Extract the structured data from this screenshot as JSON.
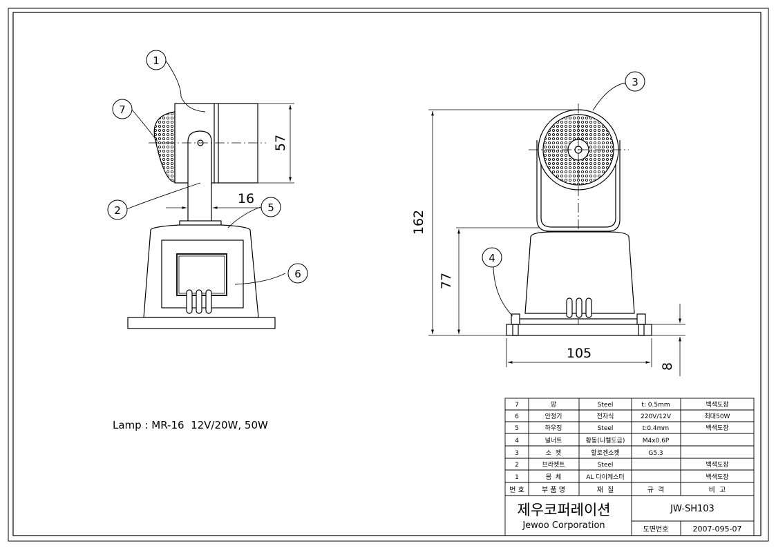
{
  "drawing": {
    "dims": {
      "side_height": "57",
      "pipe_width": "16",
      "total_height": "162",
      "base_height": "77",
      "base_width": "105",
      "plate_thickness": "8"
    },
    "balloons": [
      "1",
      "2",
      "3",
      "4",
      "5",
      "6",
      "7"
    ],
    "lamp_note": "Lamp : MR-16  12V/20W, 50W"
  },
  "parts_table": {
    "rows": [
      {
        "no": "7",
        "name": "망",
        "material": "Steel",
        "spec": "t: 0.5mm",
        "note": "백색도장"
      },
      {
        "no": "6",
        "name": "안정기",
        "material": "전자식",
        "spec": "220V/12V",
        "note": "최대50W"
      },
      {
        "no": "5",
        "name": "하우징",
        "material": "Steel",
        "spec": "t:0.4mm",
        "note": "백색도장"
      },
      {
        "no": "4",
        "name": "널너트",
        "material": "황동(니켈도금)",
        "spec": "M4x0.6P",
        "note": ""
      },
      {
        "no": "3",
        "name": "소  켓",
        "material": "할로겐소켓",
        "spec": "G5.3",
        "note": ""
      },
      {
        "no": "2",
        "name": "브라켓트",
        "material": "Steel",
        "spec": "",
        "note": "백색도장"
      },
      {
        "no": "1",
        "name": "몸  체",
        "material": "AL 다이케스터",
        "spec": "",
        "note": "백색도장"
      }
    ],
    "header": {
      "no": "번 호",
      "name": "부 품 명",
      "material": "재  질",
      "spec": "규  격",
      "note": "비  고"
    }
  },
  "title_block": {
    "company_kr": "제우코퍼레이션",
    "company_en": "Jewoo Corporation",
    "model": "JW-SH103",
    "drawing_no_label": "도면번호",
    "drawing_no": "2007-095-07"
  }
}
